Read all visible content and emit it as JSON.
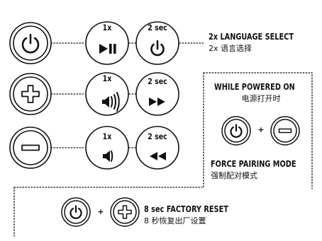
{
  "language": {
    "title": "2x LANGUAGE SELECT",
    "subtitle": "2x 语言选择",
    "press_1x": "1x",
    "press_2s": "2 sec"
  },
  "volume_up": {
    "press_1x": "1x",
    "press_2s": "2 sec"
  },
  "volume_down": {
    "press_1x": "1x",
    "press_2s": "2 sec"
  },
  "force_pairing": {
    "heading": "WHILE POWERED ON",
    "heading_sub": "电源打开时",
    "plus": "+",
    "title": "FORCE PAIRING MODE",
    "subtitle": "强制配对模式"
  },
  "factory_reset": {
    "plus": "+",
    "title": "8 sec  FACTORY RESET",
    "subtitle": "8 秒恢复出厂设置"
  },
  "icons": [
    "power-icon",
    "plus-icon",
    "minus-icon",
    "play-pause-icon",
    "volume-up-icon",
    "volume-down-icon",
    "fast-forward-icon",
    "rewind-icon"
  ],
  "colors": {
    "ink": "#111111",
    "background": "#ffffff"
  }
}
